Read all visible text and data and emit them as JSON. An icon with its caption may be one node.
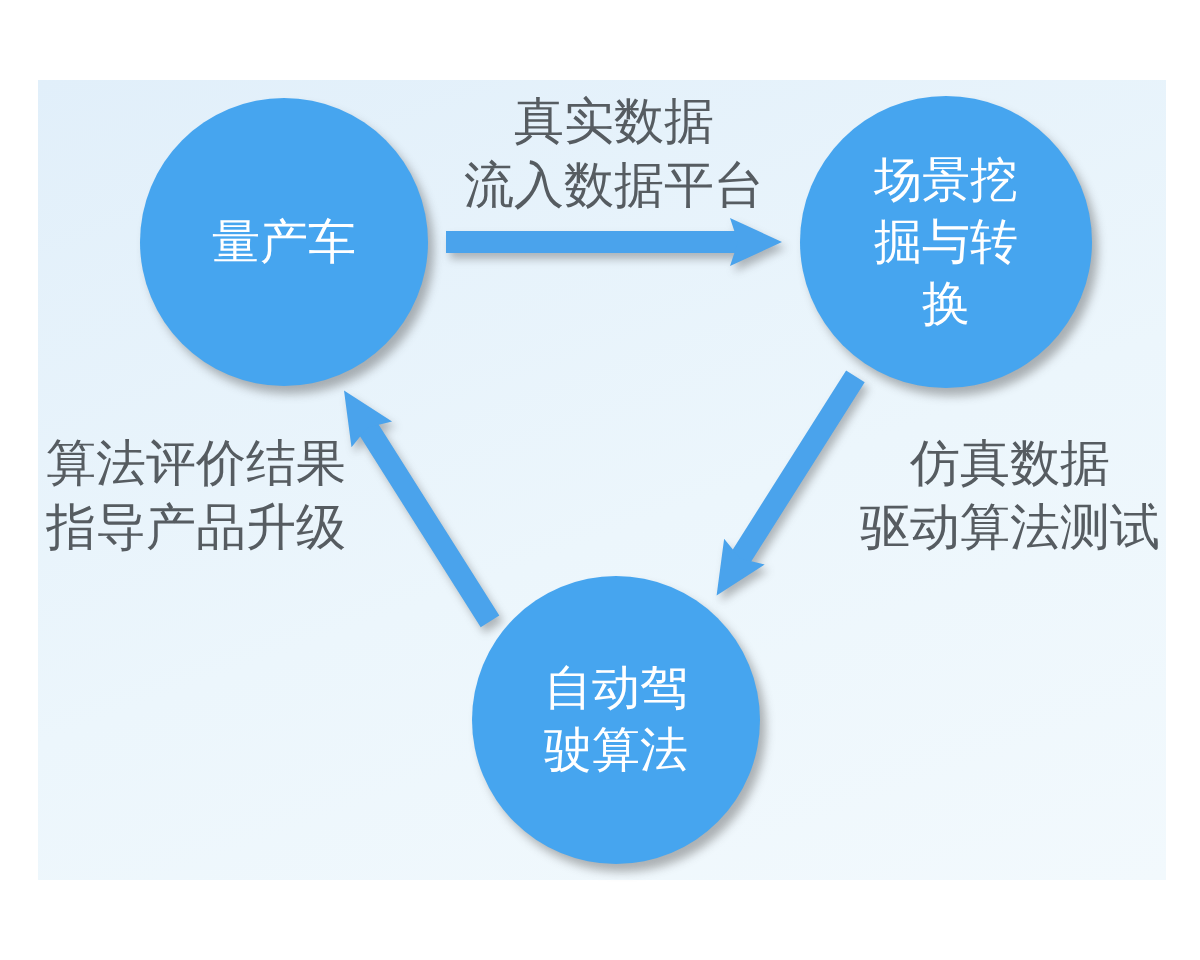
{
  "diagram": {
    "nodes": [
      {
        "text": [
          "量产车"
        ]
      },
      {
        "text": [
          "场景挖掘与转换"
        ]
      },
      {
        "text": [
          "自动驾驶算法"
        ]
      }
    ],
    "edges": [
      {
        "from": 0,
        "to": 1,
        "arrow": "to",
        "label": "真实数据流入数据平台"
      },
      {
        "from": 1,
        "to": 2,
        "arrow": "to",
        "label": "仿真数据驱动算法测试"
      },
      {
        "from": 2,
        "to": 0,
        "arrow": "to",
        "label": "算法评价结果指导产品升级"
      }
    ]
  }
}
